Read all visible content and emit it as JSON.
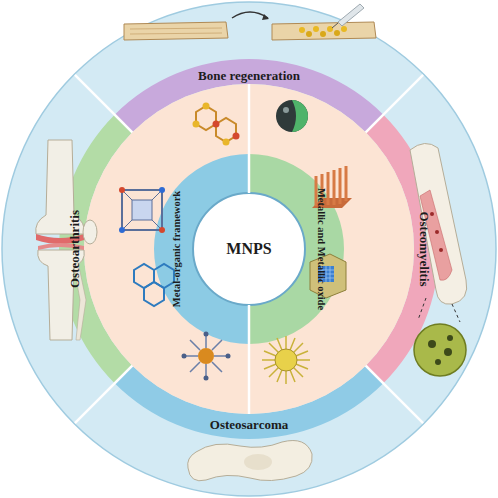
{
  "diagram": {
    "nodes": [
      {
        "text": [
          "Bone regeneration"
        ]
      },
      {
        "text": [
          "Osteoarthritis"
        ]
      },
      {
        "text": [
          "Metal-organic framework"
        ]
      },
      {
        "text": [
          "MNPS"
        ]
      },
      {
        "text": [
          "Metallic and Metallic oxide"
        ]
      },
      {
        "text": [
          "Osteomyelitis"
        ]
      },
      {
        "text": [
          "Osteosarcoma"
        ]
      }
    ]
  }
}
